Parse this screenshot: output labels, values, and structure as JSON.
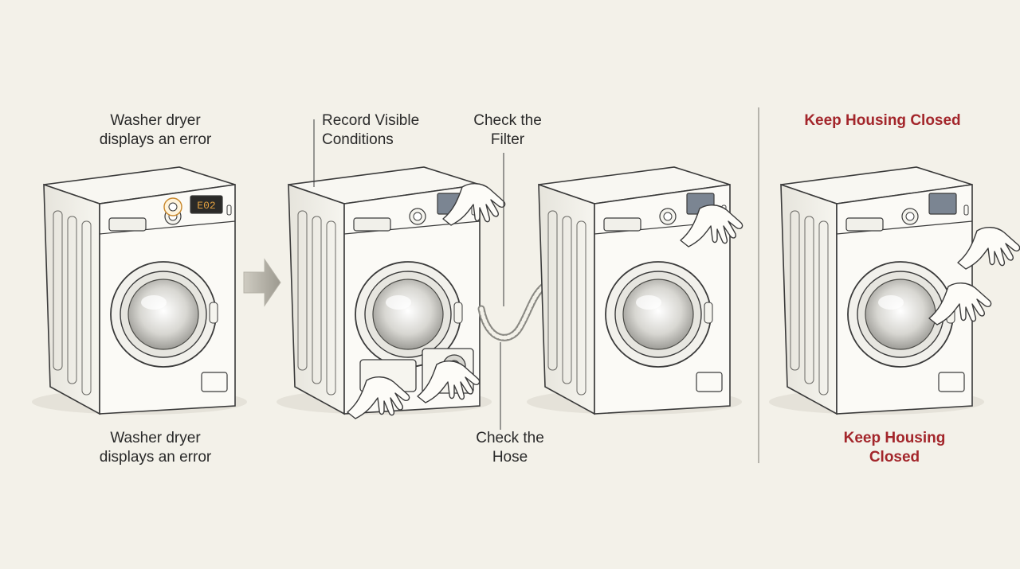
{
  "labels": {
    "step1_top": "Washer dryer\ndisplays an error",
    "step1_bottom": "Washer dryer\ndisplays an error",
    "record": "Record Visible\nConditions",
    "filter": "Check the\nFilter",
    "hose": "Check the\nHose",
    "keep_top": "Keep Housing Closed",
    "keep_bottom": "Keep Housing\nClosed"
  },
  "display_text": "E02",
  "colors": {
    "background": "#f3f1e9",
    "ink": "#3a3a3a",
    "warning": "#a3262b",
    "display": "#c8862a"
  }
}
